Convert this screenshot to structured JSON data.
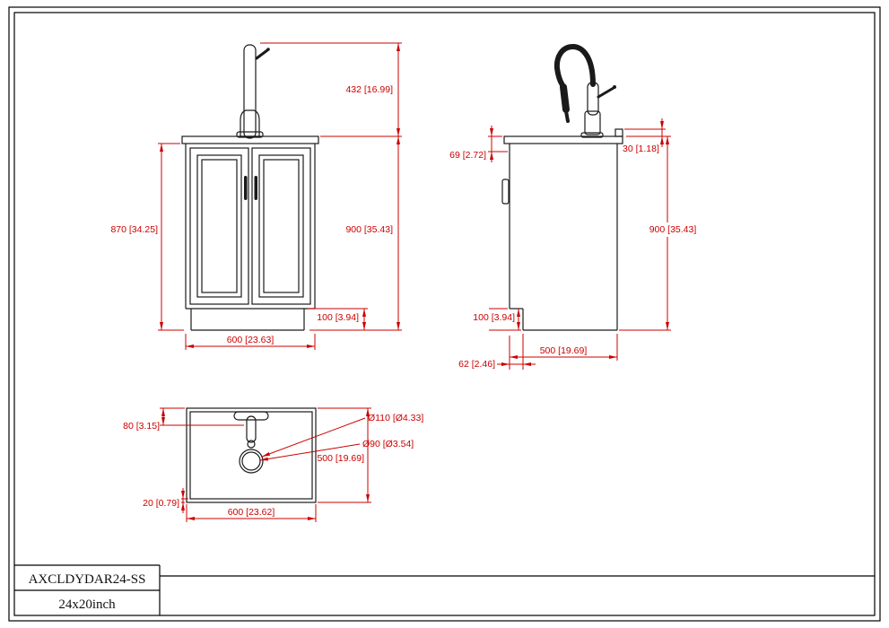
{
  "colors": {
    "dimension_red": "#cc0000",
    "drawing_black": "#1a1a1a"
  },
  "title_block": {
    "model": "AXCLDYDAR24-SS",
    "size": "24x20inch"
  },
  "front_view": {
    "dim_faucet_height": "432 [16.99]",
    "dim_cabinet_height": "870 [34.25]",
    "dim_total_height": "900 [35.43]",
    "dim_toe_kick_height": "100 [3.94]",
    "dim_width": "600 [23.63]"
  },
  "side_view": {
    "dim_counter_front": "69 [2.72]",
    "dim_backsplash": "30 [1.18]",
    "dim_total_height": "900 [35.43]",
    "dim_toe_kick_height": "100 [3.94]",
    "dim_toe_kick_depth": "62 [2.46]",
    "dim_depth": "500 [19.69]"
  },
  "top_view": {
    "dim_faucet_offset": "80 [3.15]",
    "dim_edge_offset": "20 [0.79]",
    "dim_width": "600 [23.62]",
    "dim_depth": "500 [19.69]",
    "dim_drain_outer": "Ø110 [Ø4.33]",
    "dim_drain_inner": "Ø90 [Ø3.54]"
  }
}
